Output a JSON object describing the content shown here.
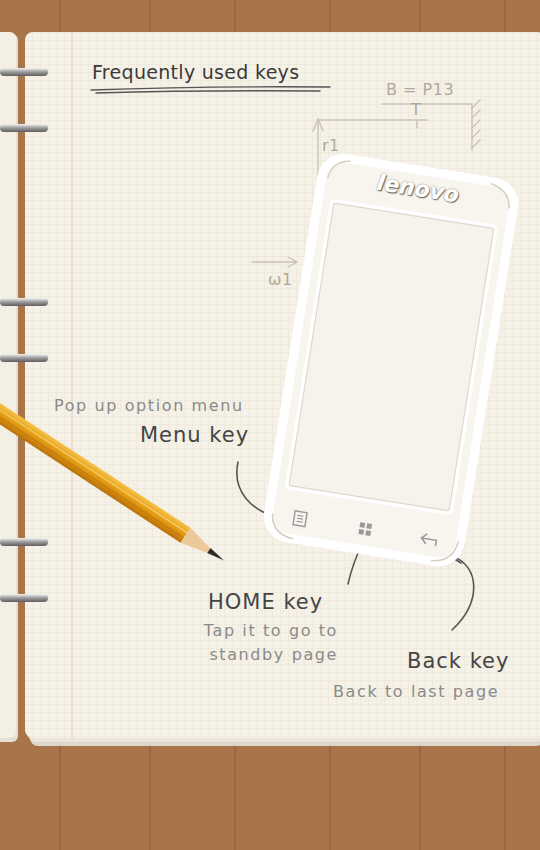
{
  "diagram": {
    "title": "Frequently used keys",
    "nodes": [
      {
        "text": [
          "lenovo"
        ]
      }
    ],
    "labels": [
      "B = P13",
      "T",
      "r1",
      "ω1",
      "Pop up option menu",
      "Menu key",
      "HOME key",
      "Tap it to go to standby page",
      "Back key",
      "Back to last page"
    ]
  }
}
